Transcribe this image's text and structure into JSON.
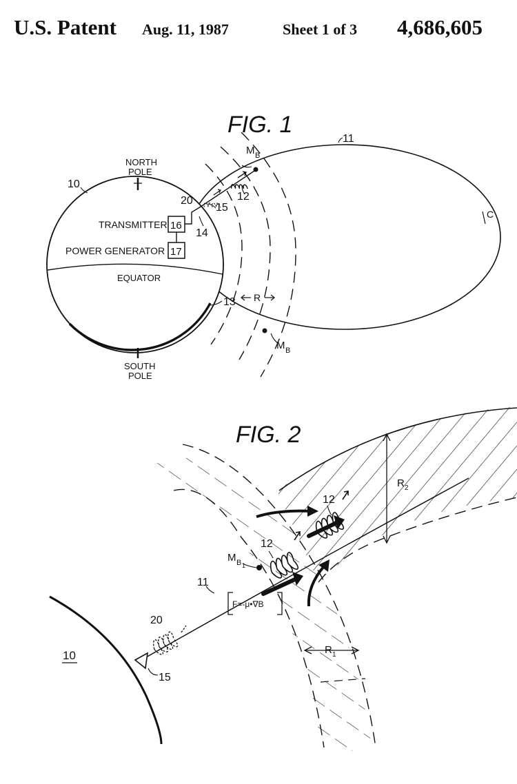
{
  "header": {
    "patent": "U.S. Patent",
    "date": "Aug. 11, 1987",
    "sheet": "Sheet 1 of 3",
    "number": "4,686,605"
  },
  "fig1": {
    "title": "FIG. 1",
    "north_pole": [
      "NORTH",
      "POLE"
    ],
    "south_pole": [
      "SOUTH",
      "POLE"
    ],
    "equator": "EQUATOR",
    "transmitter": "TRANSMITTER",
    "transmitter_box": "16",
    "generator": "POWER GENERATOR",
    "generator_box": "17",
    "ref_10": "10",
    "ref_11": "11",
    "ref_12": "12",
    "ref_13": "13",
    "ref_14": "14",
    "ref_15": "15",
    "ref_20": "20",
    "ref_c": "C",
    "ref_r": "R",
    "mb_m": "M",
    "mb_sub": "B"
  },
  "fig2": {
    "title": "FIG. 2",
    "ref_10": "10",
    "ref_11": "11",
    "ref_12a": "12",
    "ref_12b": "12",
    "ref_15": "15",
    "ref_20": "20",
    "mb1_m": "M",
    "mb1_sub": "B",
    "mb1_subsub": "1",
    "r1": "R",
    "r1_sub": "1",
    "r2": "R",
    "r2_sub": "2",
    "formula": "F=-μ•∇B"
  }
}
